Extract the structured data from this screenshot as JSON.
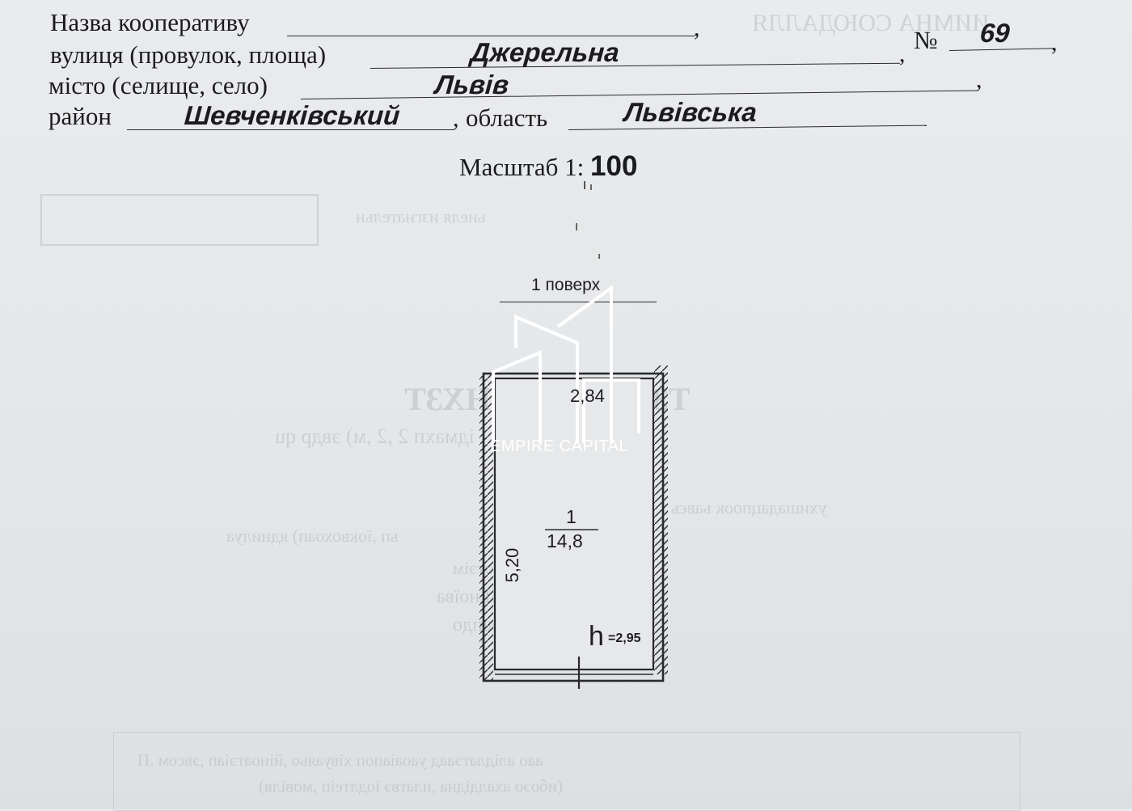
{
  "form": {
    "cooperative_label": "Назва кооперативу",
    "cooperative_value": "",
    "street_label": "вулиця (провулок, площа)",
    "street_value": "Джерельна",
    "number_label": "№",
    "number_value": "69",
    "city_label": "місто (селище, село)",
    "city_value": "Львів",
    "district_label": "район",
    "district_value": "Шевченківський",
    "region_label": "область",
    "region_value": "Львівська",
    "comma": ","
  },
  "scale": {
    "label": "Масштаб 1:",
    "value": "100"
  },
  "plan": {
    "floor_label": "1 поверх",
    "width_dim": "2,84",
    "length_dim": "5,20",
    "room_number": "1",
    "room_area": "14,8",
    "height_symbol": "h",
    "height_value": "=2,95"
  },
  "watermark": {
    "text": "EMPIRE CAPITAL"
  }
}
